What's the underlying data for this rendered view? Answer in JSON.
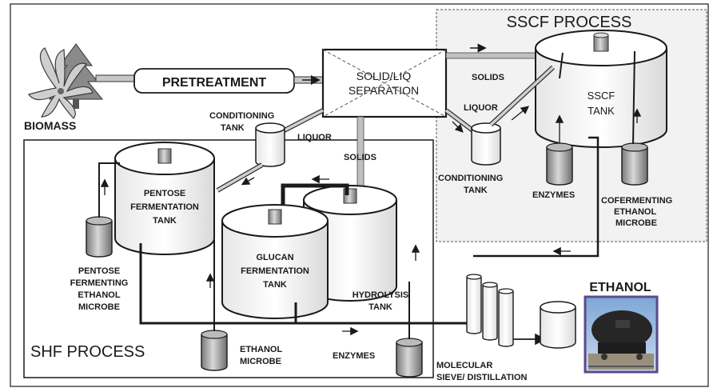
{
  "labels": {
    "biomass": "BIOMASS",
    "pretreatment": "PRETREATMENT",
    "separation_1": "SOLID/LIQ",
    "separation_2": "SEPARATION",
    "sscf_process": "SSCF PROCESS",
    "shf_process": "SHF PROCESS",
    "conditioning_tank_top_1": "CONDITIONING",
    "conditioning_tank_top_2": "TANK",
    "liquor_top": "LIQUOR",
    "solids_right": "SOLIDS",
    "liquor_right": "LIQUOR",
    "solids_middle": "SOLIDS",
    "sscf_tank_1": "SSCF",
    "sscf_tank_2": "TANK",
    "conditioning_tank_right_1": "CONDITIONING",
    "conditioning_tank_right_2": "TANK",
    "enzymes_sscf": "ENZYMES",
    "cofermenting_1": "COFERMENTING",
    "cofermenting_2": "ETHANOL",
    "cofermenting_3": "MICROBE",
    "pentose_tank_1": "PENTOSE",
    "pentose_tank_2": "FERMENTATION",
    "pentose_tank_3": "TANK",
    "pentose_microbe_1": "PENTOSE",
    "pentose_microbe_2": "FERMENTING",
    "pentose_microbe_3": "ETHANOL",
    "pentose_microbe_4": "MICROBE",
    "glucan_tank_1": "GLUCAN",
    "glucan_tank_2": "FERMENTATION",
    "glucan_tank_3": "TANK",
    "hydrolysis_tank_1": "HYDROLYSIS",
    "hydrolysis_tank_2": "TANK",
    "ethanol_microbe_1": "ETHANOL",
    "ethanol_microbe_2": "MICROBE",
    "enzymes_shf": "ENZYMES",
    "molecular_sieve_1": "MOLECULAR",
    "molecular_sieve_2": "SIEVE/ DISTILLATION",
    "ethanol_product": "ETHANOL"
  },
  "colors": {
    "line": "#1a1a1a",
    "tank_fill": "#ffffff",
    "gray_vessel": "#9a9a9a",
    "pipe_gray": "#b0b0b0",
    "railcar_frame": "#5b4a8c",
    "sky": "#8fb0d8"
  },
  "icons": [
    "pine-tree-icon",
    "biomass-plant-icon",
    "railcar-photo"
  ]
}
